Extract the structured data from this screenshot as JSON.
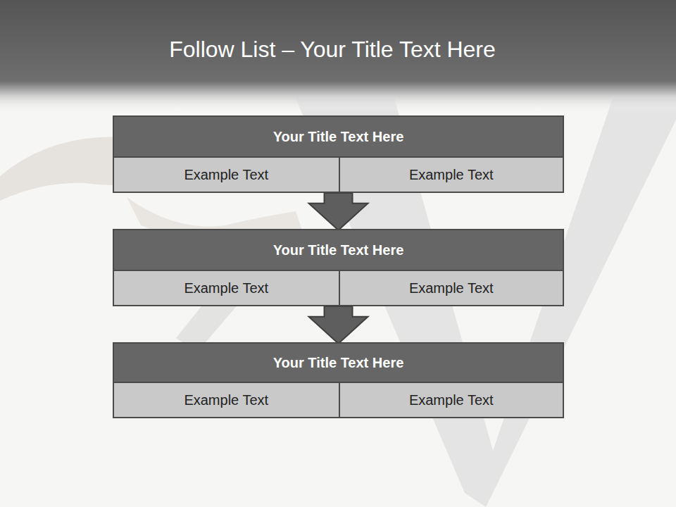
{
  "diagram": {
    "title": "Follow List – Your Title Text Here",
    "nodes": [
      {
        "text": [
          "Your Title Text Here"
        ]
      },
      {
        "text": [
          "Example Text"
        ],
        "in": 0
      },
      {
        "text": [
          "Example Text"
        ],
        "in": 0
      },
      {
        "text": [
          "Your Title Text Here"
        ]
      },
      {
        "text": [
          "Example Text"
        ],
        "in": 3
      },
      {
        "text": [
          "Example Text"
        ],
        "in": 3
      },
      {
        "text": [
          "Your Title Text Here"
        ]
      },
      {
        "text": [
          "Example Text"
        ],
        "in": 6
      },
      {
        "text": [
          "Example Text"
        ],
        "in": 6
      }
    ],
    "edges": [
      {
        "from": 0,
        "to": 3,
        "arrow": "to"
      },
      {
        "from": 3,
        "to": 6,
        "arrow": "to"
      }
    ]
  }
}
